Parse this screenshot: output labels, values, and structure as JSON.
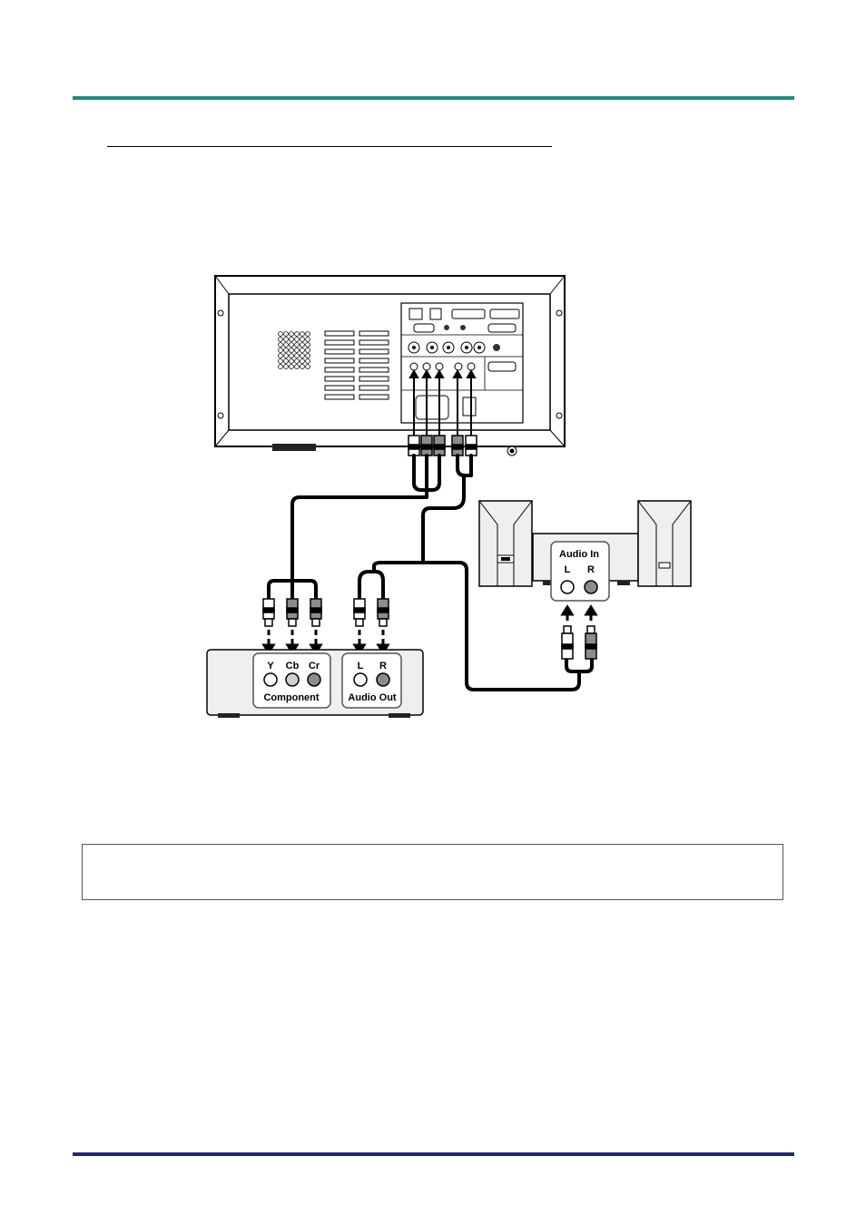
{
  "theme": {
    "top_rule_color": "#1f8a7d",
    "bottom_rule_color": "#1f2a6d",
    "cable_color": "#000000",
    "plug_gray": "#8c8c8c",
    "plug_white": "#ffffff",
    "device_fill": "#efefef"
  },
  "source_device": {
    "component_labels": [
      "Y",
      "Cb",
      "Cr"
    ],
    "component_group_label": "Component",
    "audio_labels": [
      "L",
      "R"
    ],
    "audio_group_label": "Audio Out"
  },
  "speaker": {
    "group_label": "Audio In",
    "labels": [
      "L",
      "R"
    ]
  },
  "icons": {
    "projector": "projector-rear-panel-icon",
    "speakers": "speaker-pair-icon",
    "source": "av-source-device-icon"
  }
}
